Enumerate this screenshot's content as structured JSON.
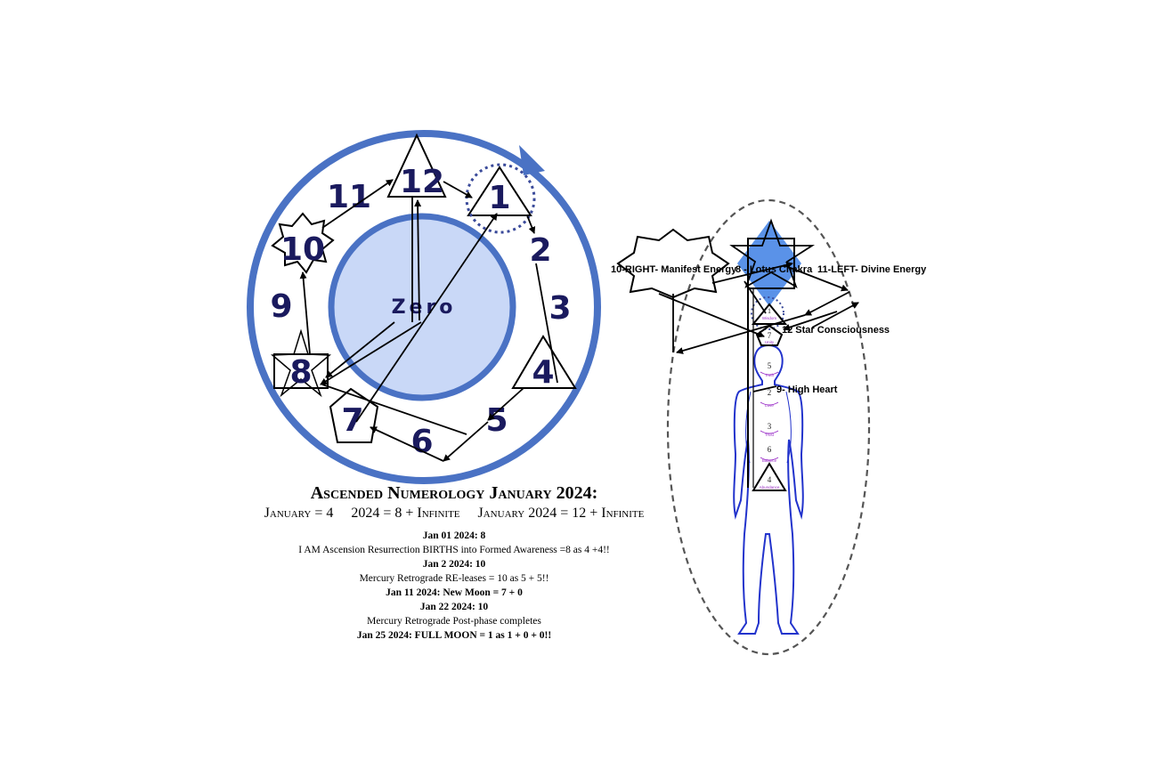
{
  "title": "Ascended Numerology January 2024:",
  "equations": [
    "January = 4",
    "2024 = 8 + Infinite",
    "January 2024 = 12 + Infinite"
  ],
  "entries": [
    {
      "text": "Jan 01 2024: 8",
      "bold": true
    },
    {
      "text": "I AM Ascension Resurrection BIRTHS into Formed Awareness =8 as 4 +4!!",
      "bold": false
    },
    {
      "text": "Jan 2 2024: 10",
      "bold": true
    },
    {
      "text": "Mercury Retrograde RE-leases = 10 as 5 + 5!!",
      "bold": false
    },
    {
      "text": "Jan 11 2024: New Moon  = 7 + 0",
      "bold": true
    },
    {
      "text": "Jan 22 2024: 10",
      "bold": true
    },
    {
      "text": "Mercury Retrograde Post-phase completes",
      "bold": false
    },
    {
      "text": "Jan 25 2024:  FULL MOON = 1 as  1 + 0 + 0!!",
      "bold": true
    }
  ],
  "wheel": {
    "center_label": "Zero",
    "numbers": [
      "12",
      "1",
      "2",
      "3",
      "4",
      "5",
      "6",
      "7",
      "8",
      "9",
      "10",
      "11"
    ]
  },
  "body": {
    "labels": {
      "right_manifest": "10-RIGHT- Manifest Energy",
      "lotus": "8 - Lotus Chakra",
      "left_divine": "11-LEFT- Divine Energy",
      "star": "12  Star Consciousness",
      "high_heart": "9- High Heart"
    },
    "chakras": [
      {
        "num": "1",
        "word": "Wisdom"
      },
      {
        "num": "7",
        "word": "Unity"
      },
      {
        "num": "5",
        "word": "Truth"
      },
      {
        "num": "2",
        "word": "Love"
      },
      {
        "num": "3",
        "word": "Trust"
      },
      {
        "num": "6",
        "word": "Balance"
      },
      {
        "num": "4",
        "word": "Abundance"
      }
    ]
  },
  "colors": {
    "ring": "#4a72c4",
    "inner_fill": "#c9d8f7",
    "numerals": "#1a1a5e",
    "lotus_diamond": "#5a92e8",
    "figure": "#2233cc"
  }
}
